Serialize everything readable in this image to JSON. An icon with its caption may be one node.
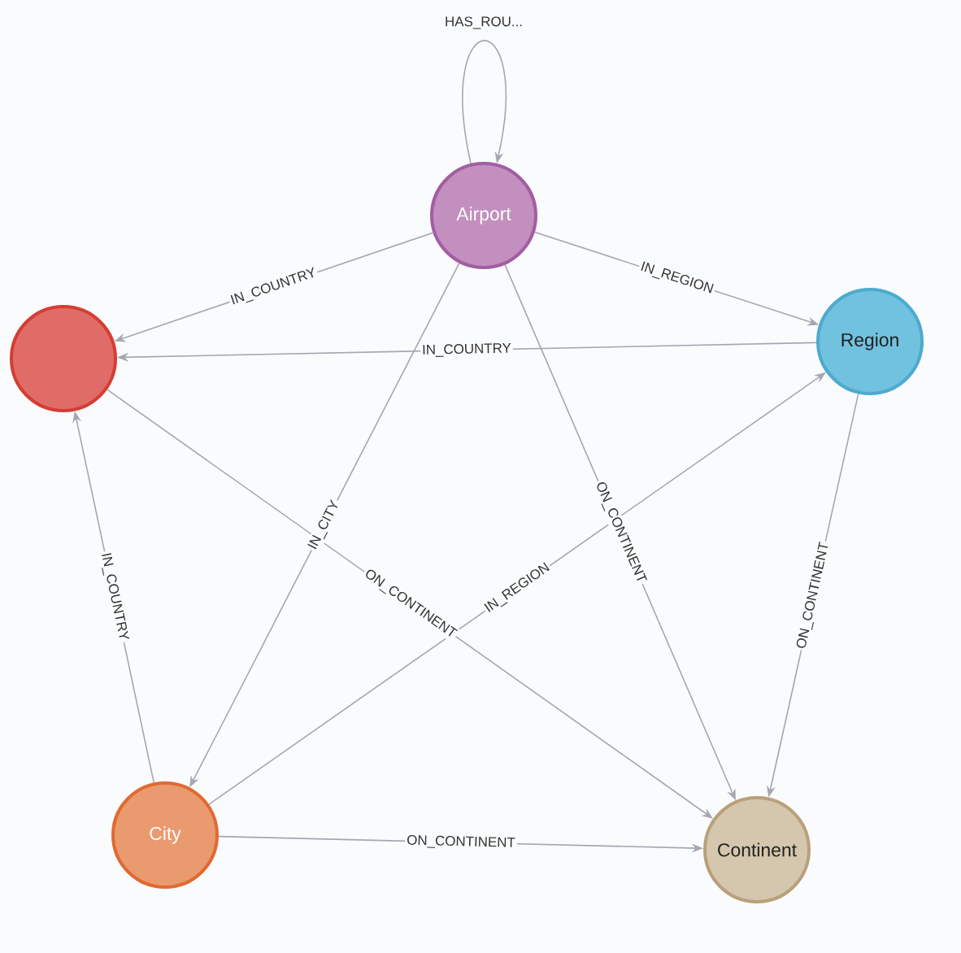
{
  "diagram": {
    "nodes": [
      {
        "text": [
          "Airport"
        ]
      },
      {
        "text": [],
        "shape": "circle"
      },
      {
        "text": [
          "Region"
        ]
      },
      {
        "text": [
          "City"
        ]
      },
      {
        "text": [
          "Continent"
        ]
      }
    ],
    "edges": [
      {
        "from": 0,
        "to": 0,
        "arrow": "to",
        "label": "HAS_ROU..."
      },
      {
        "from": 0,
        "to": 1,
        "arrow": "to",
        "label": "IN_COUNTRY"
      },
      {
        "from": 0,
        "to": 2,
        "arrow": "to",
        "label": "IN_REGION"
      },
      {
        "from": 2,
        "to": 1,
        "arrow": "to",
        "label": "IN_COUNTRY"
      },
      {
        "from": 0,
        "to": 3,
        "arrow": "to",
        "label": "IN_CITY"
      },
      {
        "from": 0,
        "to": 4,
        "arrow": "to",
        "label": "ON_CONTINENT"
      },
      {
        "from": 1,
        "to": 4,
        "arrow": "to",
        "label": "ON_CONTINENT"
      },
      {
        "from": 3,
        "to": 2,
        "arrow": "to",
        "label": "IN_REGION"
      },
      {
        "from": 2,
        "to": 4,
        "arrow": "to",
        "label": "ON_CONTINENT"
      },
      {
        "from": 3,
        "to": 1,
        "arrow": "to",
        "label": "IN_COUNTRY"
      },
      {
        "from": 3,
        "to": 4,
        "arrow": "to",
        "label": "ON_CONTINENT"
      }
    ]
  }
}
